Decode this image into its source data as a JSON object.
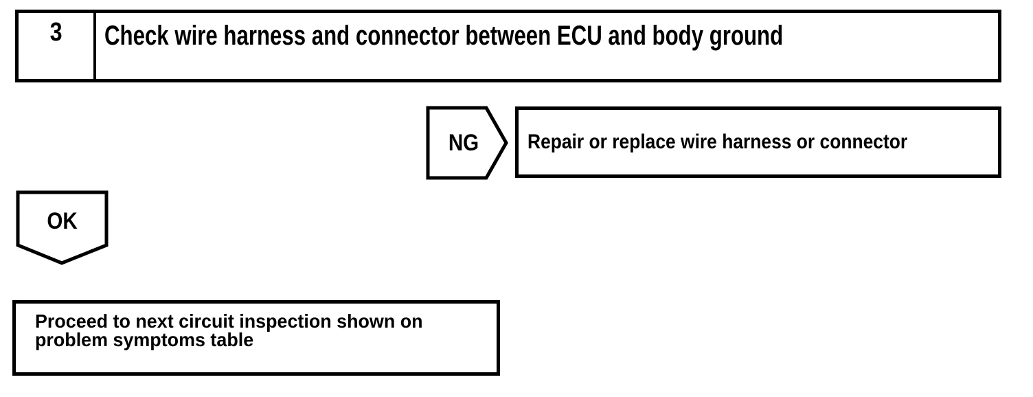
{
  "page": {
    "background_color": "#ffffff",
    "ink_color": "#000000"
  },
  "flowchart": {
    "step": {
      "number": "3",
      "title": "Check wire harness and connector between ECU and body ground"
    },
    "ng_branch": {
      "label": "NG",
      "action": "Repair or replace wire harness or connector"
    },
    "ok_branch": {
      "label": "OK",
      "action_lines": [
        "Proceed to next circuit inspection shown on",
        "problem symptoms table"
      ]
    }
  }
}
